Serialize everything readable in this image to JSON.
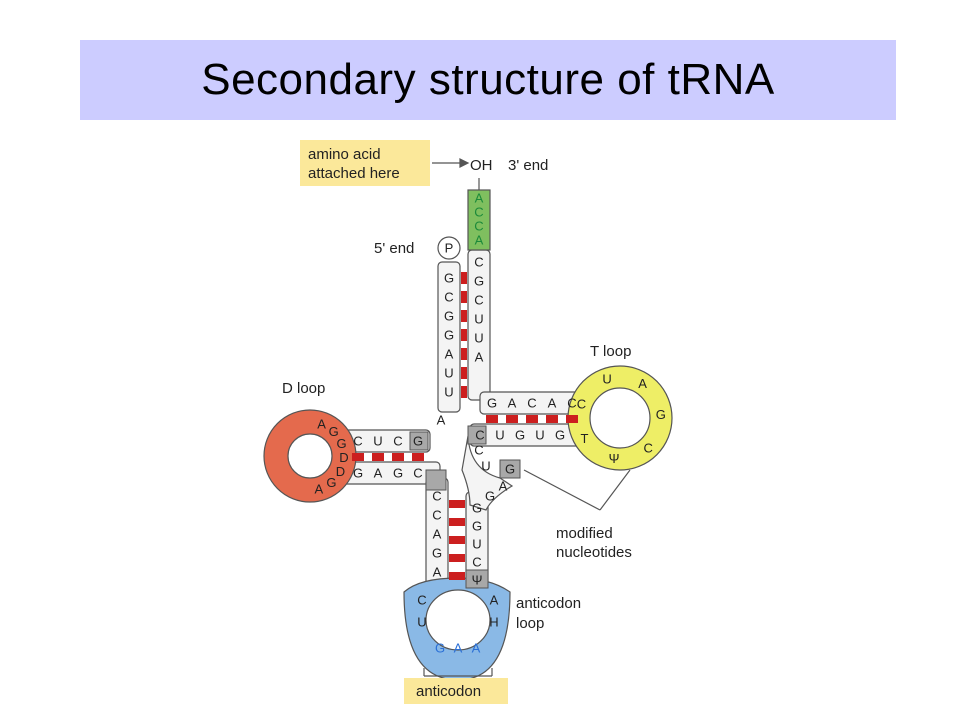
{
  "title": "Secondary structure of tRNA",
  "labels": {
    "amino_acid": [
      "amino acid",
      "attached here"
    ],
    "oh_end": "OH",
    "three_end": "3' end",
    "five_end": "5' end",
    "p": "P",
    "t_loop": "T loop",
    "d_loop": "D loop",
    "modified": [
      "modified",
      "nucleotides"
    ],
    "anticodon_loop": [
      "anticodon",
      "loop"
    ],
    "anticodon": "anticodon"
  },
  "colors": {
    "title_bg": "#ccccff",
    "acceptor_end": "#7fbf5f",
    "t_loop": "#eeee66",
    "d_loop": "#e46a4d",
    "anticodon_loop": "#8ab9e6",
    "bond": "#cc1f1f",
    "modified": "#a8a8a8",
    "label_box": "#fbe89a"
  },
  "bases": {
    "acceptor_tail": [
      "A",
      "C",
      "C",
      "A"
    ],
    "acceptor_5": [
      "G",
      "C",
      "G",
      "G",
      "A",
      "U",
      "U"
    ],
    "acceptor_3": [
      "C",
      "G",
      "C",
      "U",
      "U",
      "A"
    ],
    "connector_a": "A",
    "t_top": [
      "G",
      "A",
      "C",
      "A",
      "C"
    ],
    "t_bottom": [
      "C",
      "U",
      "G",
      "U",
      "G"
    ],
    "t_loop": [
      "C",
      "U",
      "A",
      "G",
      "C",
      "Ψ",
      "T"
    ],
    "d_top": [
      "C",
      "U",
      "C",
      "G"
    ],
    "d_bottom": [
      "G",
      "A",
      "G",
      "C"
    ],
    "d_loop": [
      "A",
      "G",
      "D",
      "D",
      "G",
      "G",
      "A"
    ],
    "variable": [
      "C",
      "U",
      "G",
      "A",
      "G"
    ],
    "ac_left": [
      "C",
      "C",
      "A",
      "G",
      "A"
    ],
    "ac_right": [
      "G",
      "G",
      "U",
      "C",
      "Ψ"
    ],
    "ac_loop_left": [
      "C",
      "U"
    ],
    "ac_loop_right": [
      "A",
      "H"
    ],
    "anticodon": [
      "G",
      "A",
      "A"
    ]
  }
}
